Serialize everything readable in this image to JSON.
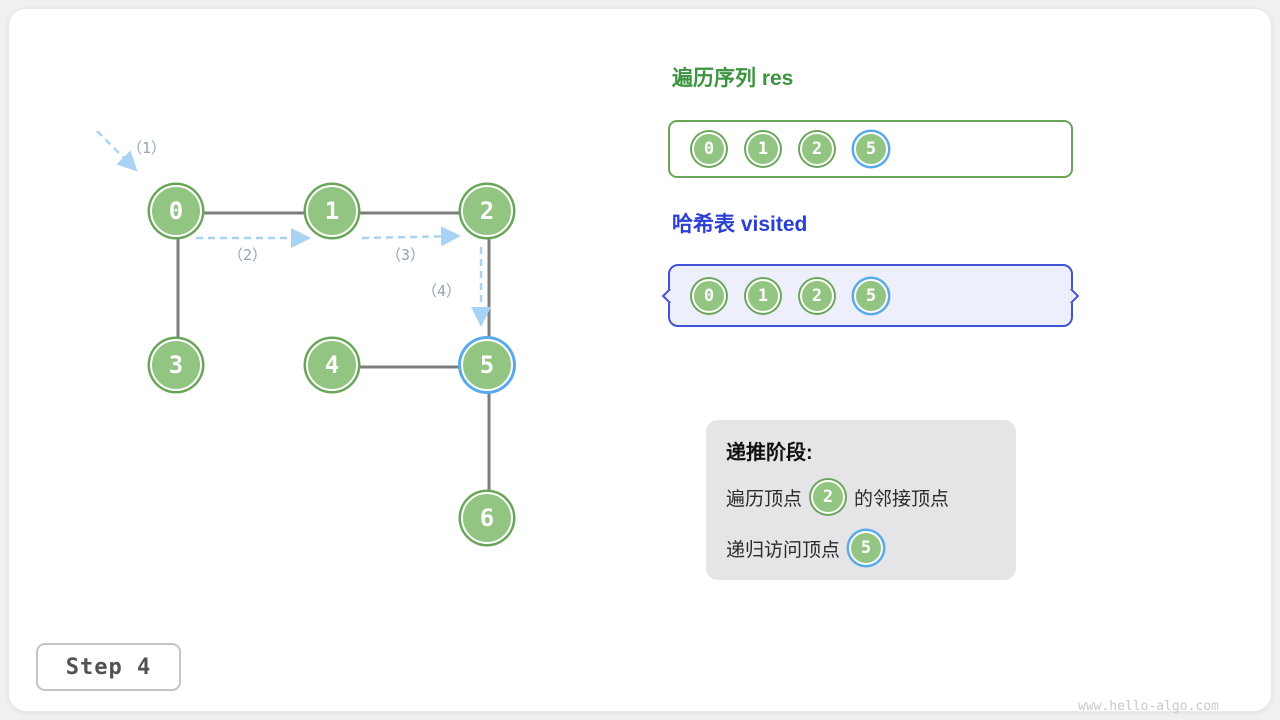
{
  "graph": {
    "nodes": [
      {
        "label": "0"
      },
      {
        "label": "1"
      },
      {
        "label": "2"
      },
      {
        "label": "3"
      },
      {
        "label": "4"
      },
      {
        "label": "5"
      },
      {
        "label": "6"
      }
    ],
    "highlighted_node": "5",
    "edges": [
      [
        "0",
        "1"
      ],
      [
        "1",
        "2"
      ],
      [
        "0",
        "3"
      ],
      [
        "2",
        "5"
      ],
      [
        "4",
        "5"
      ],
      [
        "5",
        "6"
      ]
    ],
    "arrow_labels": [
      "（1）",
      "（2）",
      "（3）",
      "（4）"
    ]
  },
  "panels": {
    "res": {
      "title": "遍历序列 res",
      "items": [
        "0",
        "1",
        "2",
        "5"
      ],
      "highlighted": "5"
    },
    "visited": {
      "title": "哈希表 visited",
      "items": [
        "0",
        "1",
        "2",
        "5"
      ],
      "highlighted": "5"
    },
    "info": {
      "title": "递推阶段:",
      "line1_prefix": "遍历顶点",
      "line1_node": "2",
      "line1_suffix": "的邻接顶点",
      "line2_prefix": "递归访问顶点",
      "line2_node": "5"
    }
  },
  "footer": {
    "step_label": "Step 4",
    "watermark": "www.hello-algo.com"
  },
  "colors": {
    "node_fill": "#92C582",
    "node_ring": "#6AA65A",
    "highlight_ring": "#58AAEA",
    "edge": "#7D7D7D",
    "arrow": "#A9D3F5",
    "res_title": "#3C9440",
    "visited_title": "#2C3FD4",
    "visited_fill": "#EDF0FC",
    "info_bg": "#E5E5E7"
  }
}
